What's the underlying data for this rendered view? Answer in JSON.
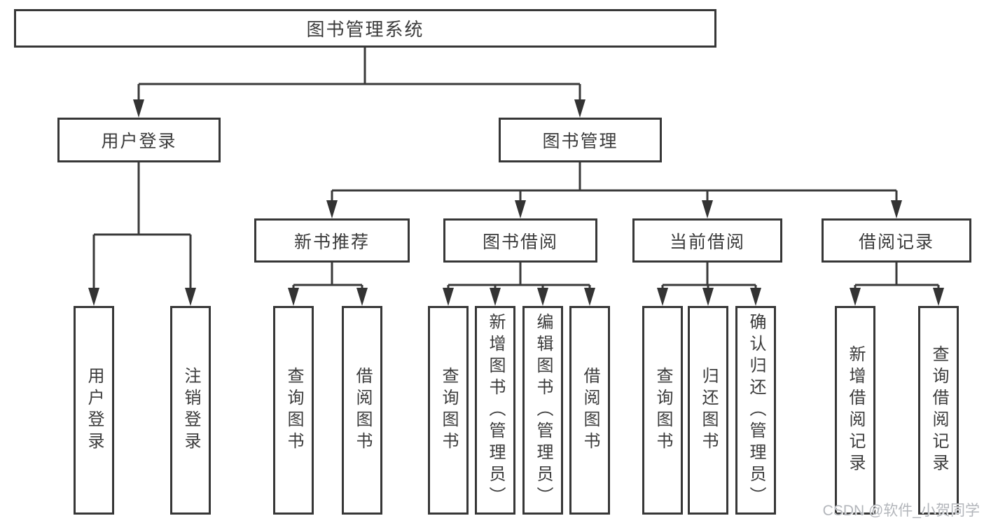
{
  "title": "图书管理系统",
  "modules": [
    {
      "label": "用户登录",
      "children": [
        {
          "label": "用户登录"
        },
        {
          "label": "注销登录"
        }
      ]
    },
    {
      "label": "图书管理",
      "children": [
        {
          "label": "新书推荐",
          "children": [
            {
              "label": "查询图书"
            },
            {
              "label": "借阅图书"
            }
          ]
        },
        {
          "label": "图书借阅",
          "children": [
            {
              "label": "查询图书"
            },
            {
              "label": "新增图书（管理员）"
            },
            {
              "label": "编辑图书（管理员）"
            },
            {
              "label": "借阅图书"
            }
          ]
        },
        {
          "label": "当前借阅",
          "children": [
            {
              "label": "查询图书"
            },
            {
              "label": "归还图书"
            },
            {
              "label": "确认归还（管理员）"
            }
          ]
        },
        {
          "label": "借阅记录",
          "children": [
            {
              "label": "新增借阅记录"
            },
            {
              "label": "查询借阅记录"
            }
          ]
        }
      ]
    }
  ],
  "watermark": "CSDN @软件_小贺同学",
  "colors": {
    "line": "#3a3a3a",
    "border": "#373737",
    "text": "#3b3b3b",
    "watermark": "#b3b6bb",
    "background": "#ffffff"
  }
}
